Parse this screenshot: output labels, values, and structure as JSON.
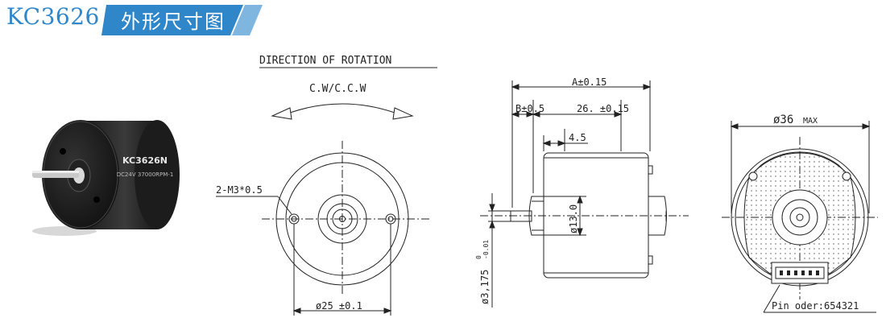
{
  "header": {
    "model": "KC3626",
    "section_title": "外形尺寸图",
    "accent_color": "#2f86c8"
  },
  "photo": {
    "label_main": "KC3626N",
    "label_sub": "DC24V 37000RPM-1"
  },
  "front_view": {
    "heading": "DIRECTION OF ROTATION",
    "rotation": "C.W/C.C.W",
    "screw_note": "2-M3*0.5",
    "mount_pcd": "ø25 ±0.1"
  },
  "side_view": {
    "dim_overall": "A±0.15",
    "dim_b": "B±0.5",
    "dim_body": "26. ±0.15",
    "dim_boss": "4.5",
    "dim_boss_dia": "ø13.0",
    "shaft_dia": "ø3,175",
    "shaft_tol_upper": "0",
    "shaft_tol_lower": "-0.01"
  },
  "back_view": {
    "diameter": "ø36",
    "diameter_suffix": "MAX",
    "pin_order": "Pin oder:654321"
  }
}
